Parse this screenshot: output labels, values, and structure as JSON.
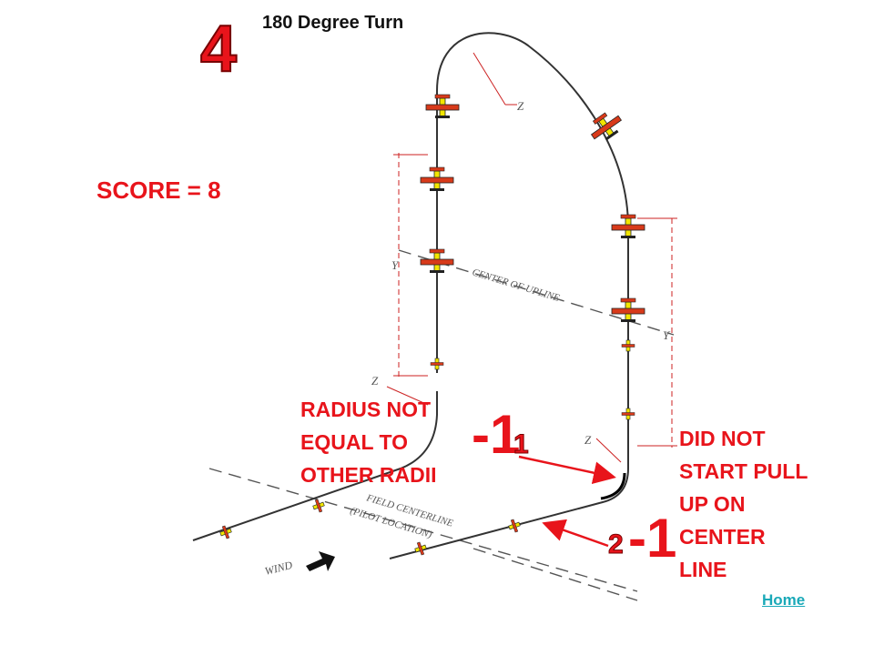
{
  "figure_number": "4",
  "title": "180 Degree Turn",
  "score": "SCORE = 8",
  "notes": {
    "radius": [
      "RADIUS NOT",
      "EQUAL TO",
      "OTHER RADII"
    ],
    "pull_up": [
      "DID NOT",
      "START PULL",
      "UP ON",
      "CENTER",
      "LINE"
    ]
  },
  "deductions": [
    {
      "value": "-1",
      "index": "1"
    },
    {
      "value": "-1",
      "index": "2"
    }
  ],
  "diagram_labels": {
    "z": "Z",
    "y": "Y",
    "center_of_upline": "CENTER OF UPLINE",
    "field_centerline": "FIELD CENTERLINE",
    "pilot_location": "(PILOT LOCATION)",
    "wind": "WIND"
  },
  "home_link": "Home",
  "colors": {
    "accent": "#e8141b",
    "link": "#1aa9b8",
    "aircraft_body": "#f2e600",
    "aircraft_trim": "#d83a1a"
  },
  "icons": [
    "airplane-icon",
    "wind-arrow-icon"
  ]
}
